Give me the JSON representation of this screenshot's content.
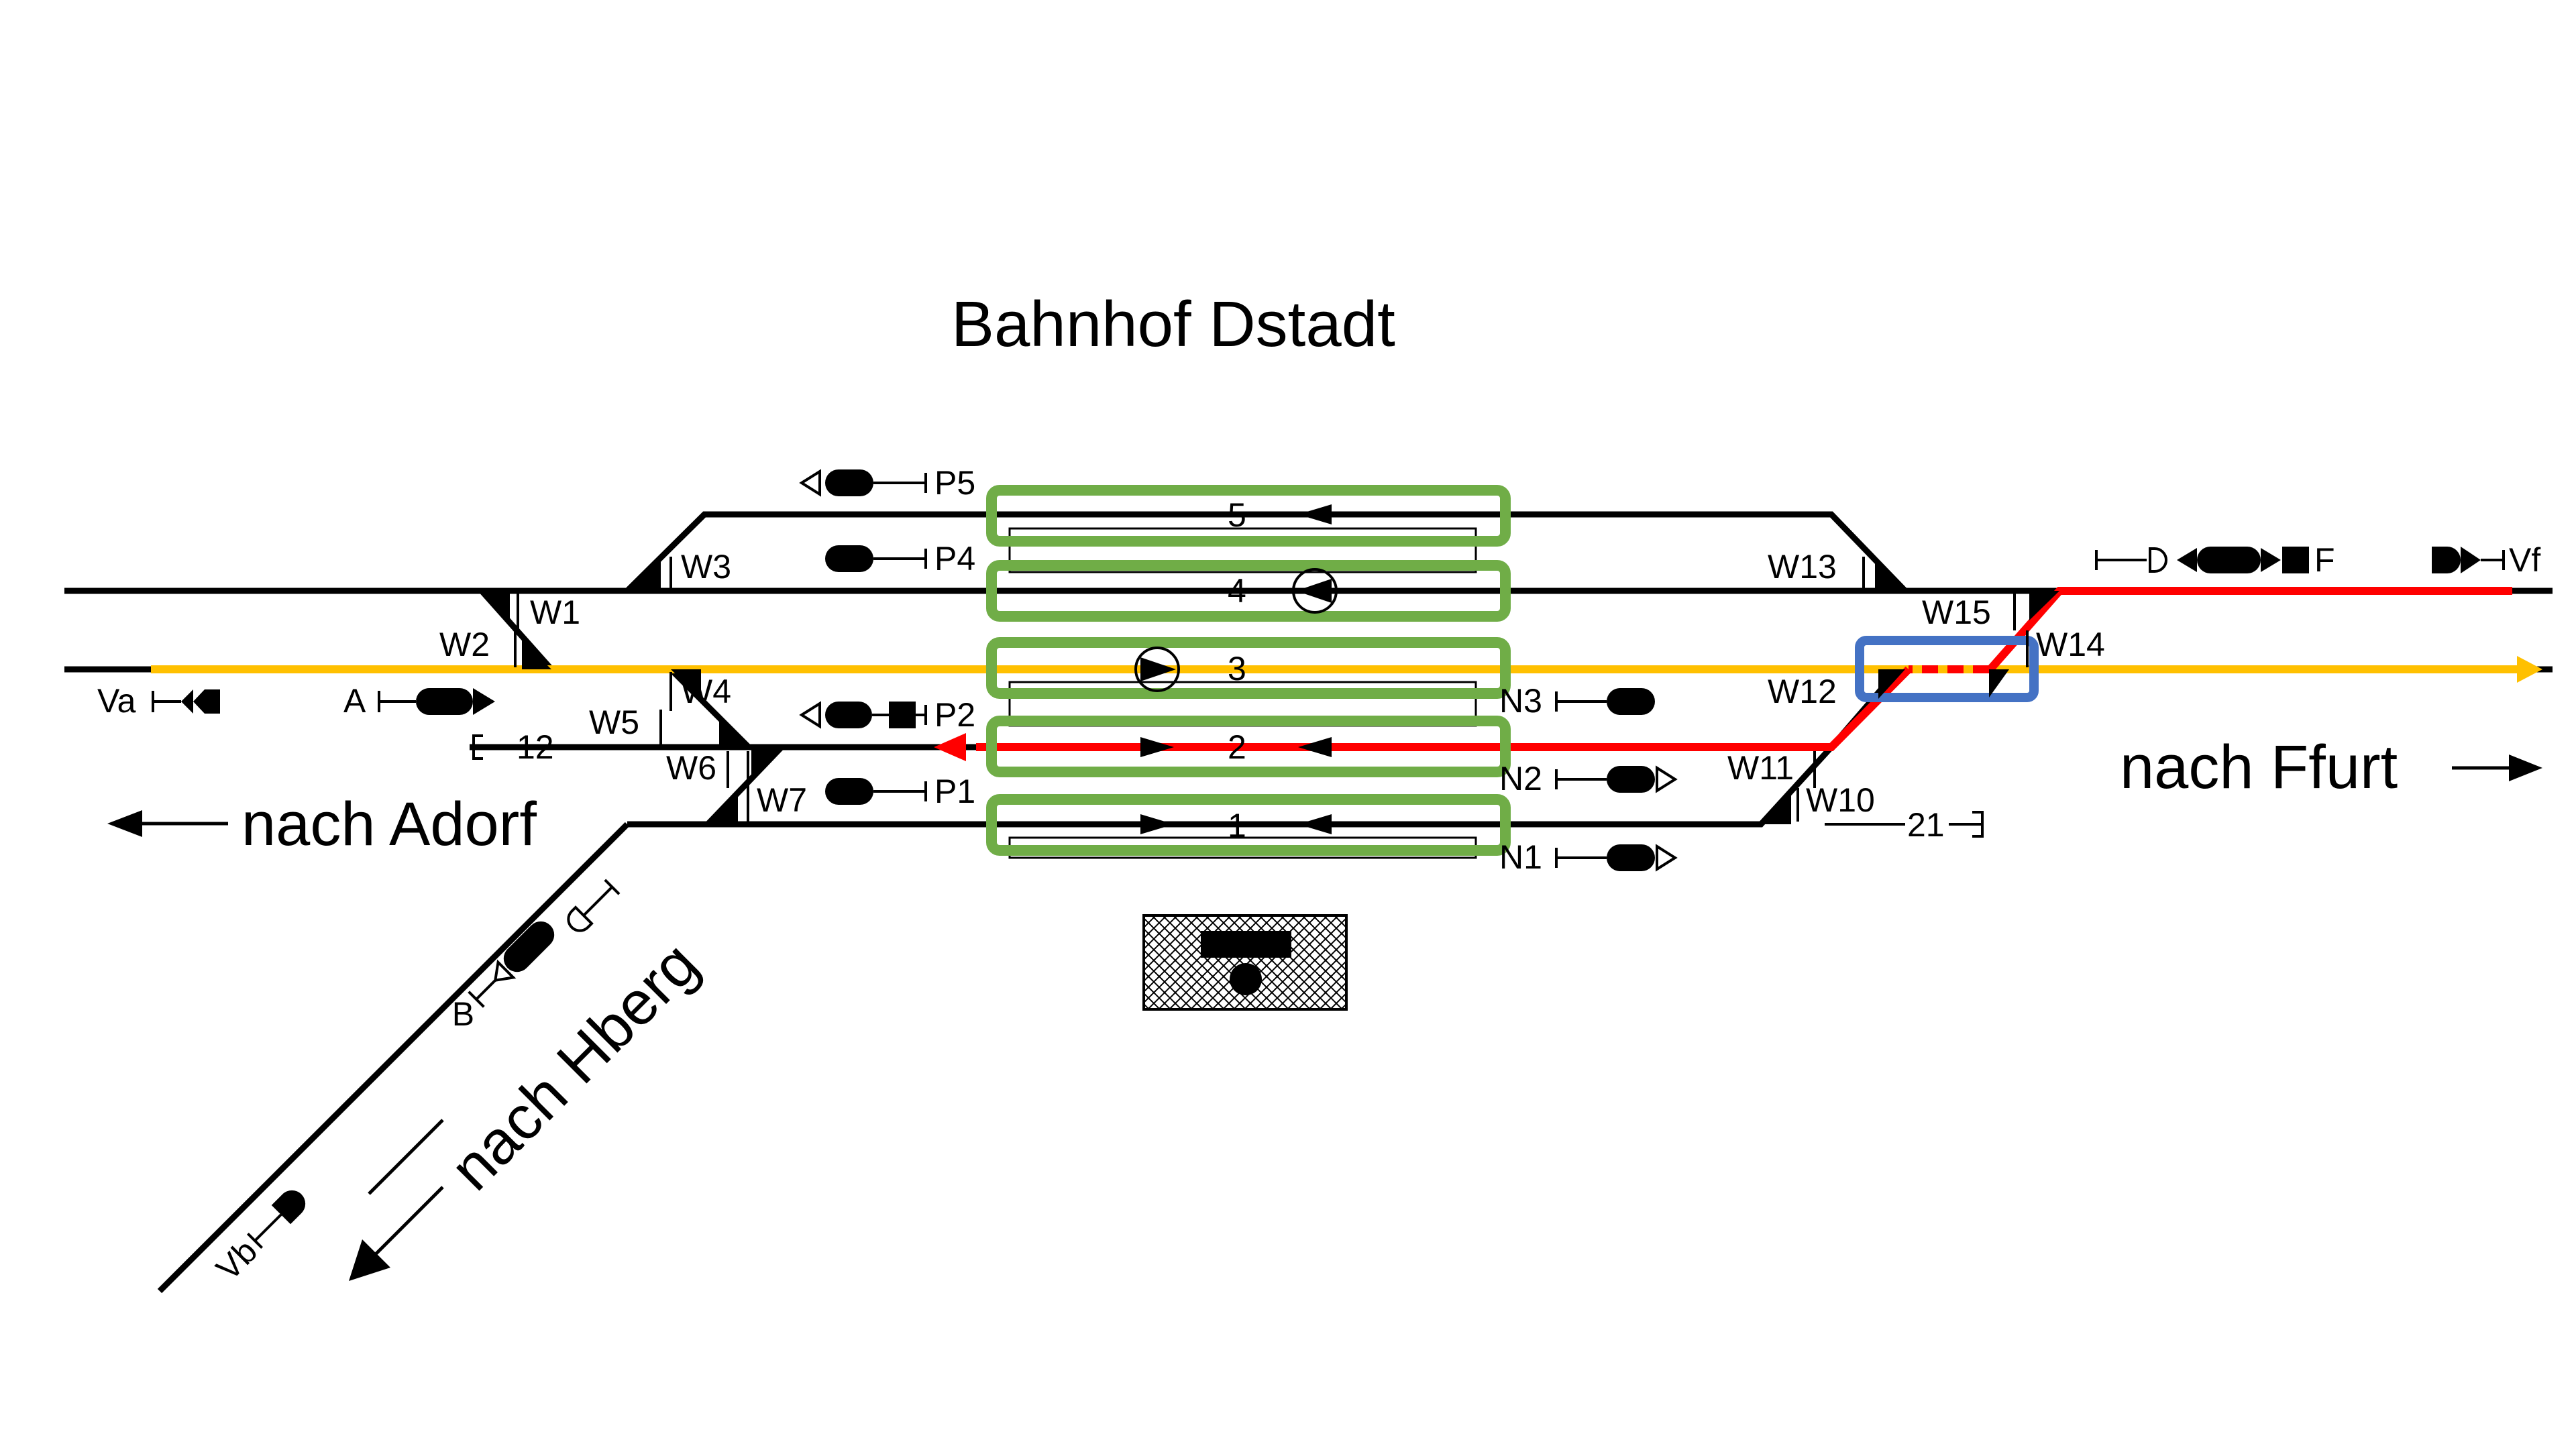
{
  "title": "Bahnhof Dstadt",
  "destinations": {
    "left": "nach Adorf",
    "right": "nach Ffurt",
    "lower": "nach Hberg"
  },
  "tracks": {
    "t5": "5",
    "t4": "4",
    "t3": "3",
    "t2": "2",
    "t1": "1"
  },
  "switches": {
    "w1": "W1",
    "w2": "W2",
    "w3": "W3",
    "w4": "W4",
    "w5": "W5",
    "w6": "W6",
    "w7": "W7",
    "w10": "W10",
    "w11": "W11",
    "w12": "W12",
    "w13": "W13",
    "w14": "W14",
    "w15": "W15"
  },
  "signals": {
    "va": "Va",
    "a": "A",
    "vb": "Vb",
    "b": "B",
    "p1": "P1",
    "p2": "P2",
    "p4": "P4",
    "p5": "P5",
    "n1": "N1",
    "n2": "N2",
    "n3": "N3",
    "f": "F",
    "vf": "Vf"
  },
  "buffers": {
    "b12": "12",
    "b21": "21"
  },
  "colors": {
    "track": "#000000",
    "route_yellow": "#ffc000",
    "route_red": "#ff0000",
    "platform_highlight": "#70ad47",
    "switch_highlight": "#4472c4"
  }
}
